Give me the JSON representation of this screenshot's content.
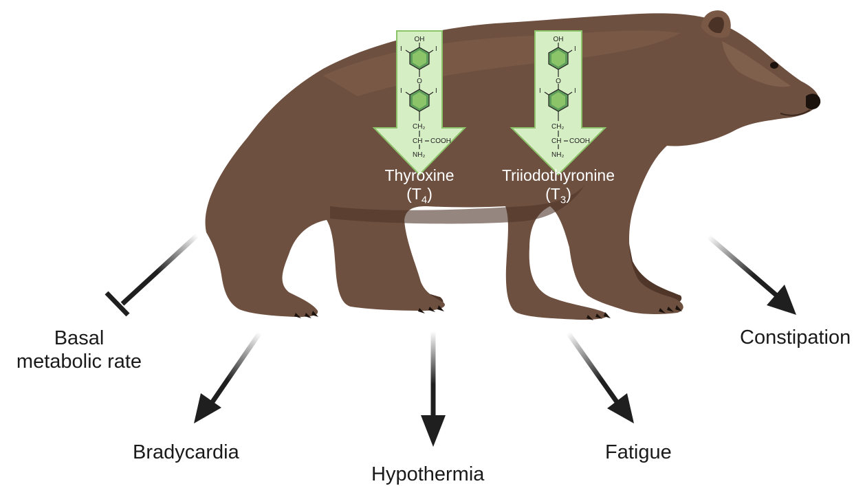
{
  "colors": {
    "bear_body": "#6e5040",
    "bear_dark": "#4a3226",
    "bear_light": "#8a6a55",
    "arrow_fill": "#d6eec4",
    "arrow_stroke": "#8cc46a",
    "ring_fill": "#5e9e5a",
    "effect_arrow": "#1f1f1f"
  },
  "hormones": [
    {
      "name": "Thyroxine",
      "abbr_main": "T",
      "abbr_sub": "4",
      "structure": {
        "top_group": "OH",
        "iodine_left_top": "I",
        "iodine_right_top": "I",
        "bridge": "O",
        "iodine_left_bottom": "I",
        "iodine_right_bottom": "I",
        "ch2": "CH₂",
        "ch": "CH",
        "cooh": "COOH",
        "nh2": "NH₂"
      }
    },
    {
      "name": "Triiodothyronine",
      "abbr_main": "T",
      "abbr_sub": "3",
      "structure": {
        "top_group": "OH",
        "iodine_left_top": "",
        "iodine_right_top": "I",
        "bridge": "O",
        "iodine_left_bottom": "I",
        "iodine_right_bottom": "I",
        "ch2": "CH₂",
        "ch": "CH",
        "cooh": "COOH",
        "nh2": "NH₂"
      }
    }
  ],
  "outcomes": {
    "bmr": {
      "line1": "Basal",
      "line2": "metabolic rate",
      "effect": "inhibit"
    },
    "bradycardia": {
      "label": "Bradycardia",
      "effect": "arrow"
    },
    "hypothermia": {
      "label": "Hypothermia",
      "effect": "arrow"
    },
    "fatigue": {
      "label": "Fatigue",
      "effect": "arrow"
    },
    "constipation": {
      "label": "Constipation",
      "effect": "arrow"
    }
  }
}
